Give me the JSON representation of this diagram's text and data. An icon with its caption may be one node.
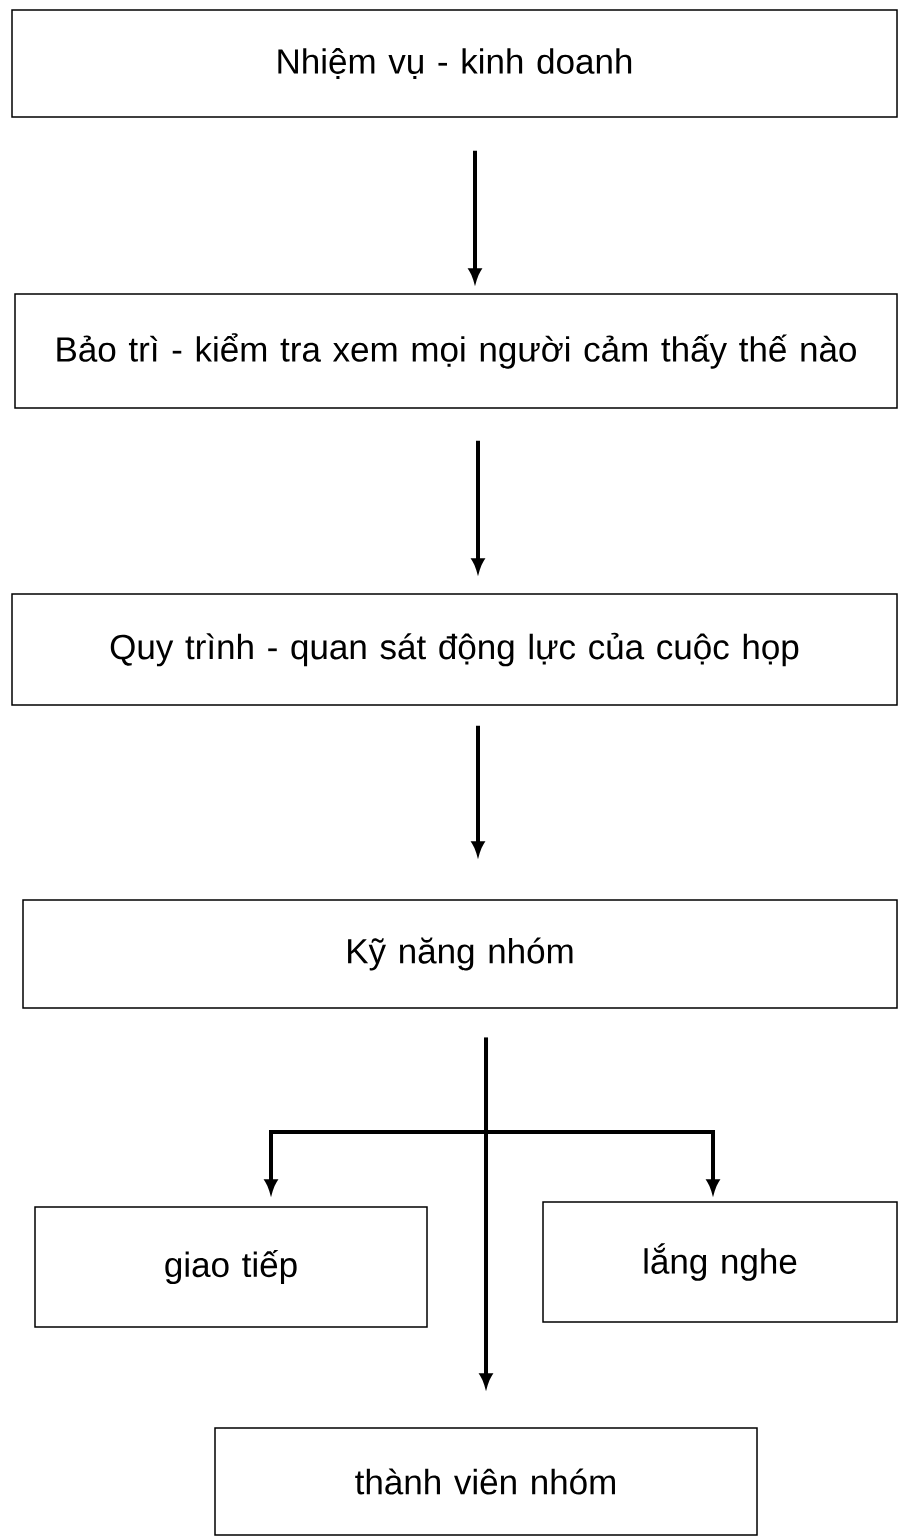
{
  "diagram": {
    "nodes": [
      {
        "text": [
          "Nhiệm vụ - kinh doanh"
        ]
      },
      {
        "text": [
          "Bảo trì - kiểm tra xem mọi người cảm thấy thế nào"
        ]
      },
      {
        "text": [
          "Quy trình - quan sát động lực của cuộc họp"
        ]
      },
      {
        "text": [
          "Kỹ năng nhóm"
        ]
      },
      {
        "text": [
          "giao tiếp"
        ]
      },
      {
        "text": [
          "lắng nghe"
        ]
      },
      {
        "text": [
          "thành viên nhóm"
        ]
      }
    ],
    "edges": [
      {
        "from": 0,
        "to": 1,
        "arrow": "to"
      },
      {
        "from": 1,
        "to": 2,
        "arrow": "to"
      },
      {
        "from": 2,
        "to": 3,
        "arrow": "to"
      },
      {
        "from": 3,
        "to": 4,
        "arrow": "to"
      },
      {
        "from": 3,
        "to": 5,
        "arrow": "to"
      },
      {
        "from": 3,
        "to": 6,
        "arrow": "to"
      }
    ]
  }
}
